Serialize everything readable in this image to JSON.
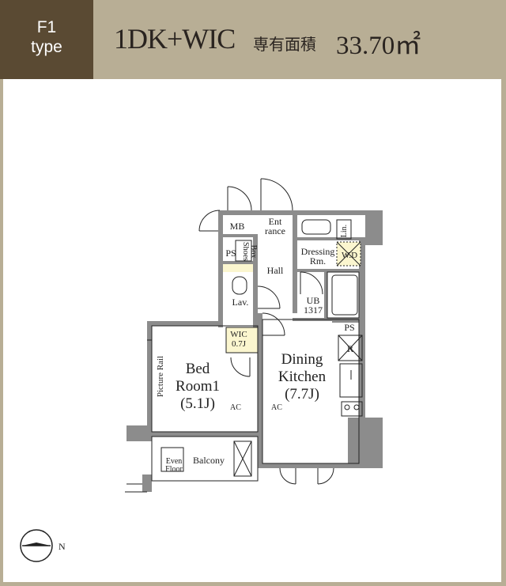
{
  "header": {
    "type_code": "F1",
    "type_word": "type",
    "layout": "1DK+WIC",
    "area_label": "専有面積",
    "area_value": "33.70㎡"
  },
  "rooms": {
    "mb": "MB",
    "entrance_1": "Ent",
    "entrance_2": "rance",
    "lin": "Lin.",
    "ps_top": "PS",
    "shoes_1": "Shoes",
    "shoes_2": "Box",
    "dressing_1": "Dressing",
    "dressing_2": "Rm.",
    "wd": "W.D",
    "hall": "Hall",
    "lav": "Lav.",
    "ub_1": "UB",
    "ub_2": "1317",
    "ps_right": "PS",
    "wic_1": "WIC",
    "wic_2": "0.7J",
    "r": "R",
    "bed_1": "Bed",
    "bed_2": "Room1",
    "bed_3": "(5.1J)",
    "dining_1": "Dining",
    "dining_2": "Kitchen",
    "dining_3": "(7.7J)",
    "picture_rail": "Picture Rail",
    "ac_1": "AC",
    "ac_2": "AC",
    "even_1": "Even",
    "even_2": "Floor",
    "balcony": "Balcony"
  },
  "compass": {
    "label": "N"
  },
  "colors": {
    "wall": "#8c8c8c",
    "highlight": "#fbf6cf",
    "frame": "#b8ae95",
    "header_box": "#5a4a33"
  }
}
